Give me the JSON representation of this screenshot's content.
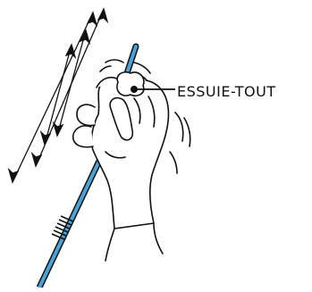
{
  "annotation": {
    "label": "ESSUIE-TOUT"
  },
  "colors": {
    "rod": "#4aa3d6",
    "ink": "#111111",
    "background": "#ffffff"
  },
  "motion": {
    "direction": "up-and-down",
    "arrow_count": 4
  }
}
